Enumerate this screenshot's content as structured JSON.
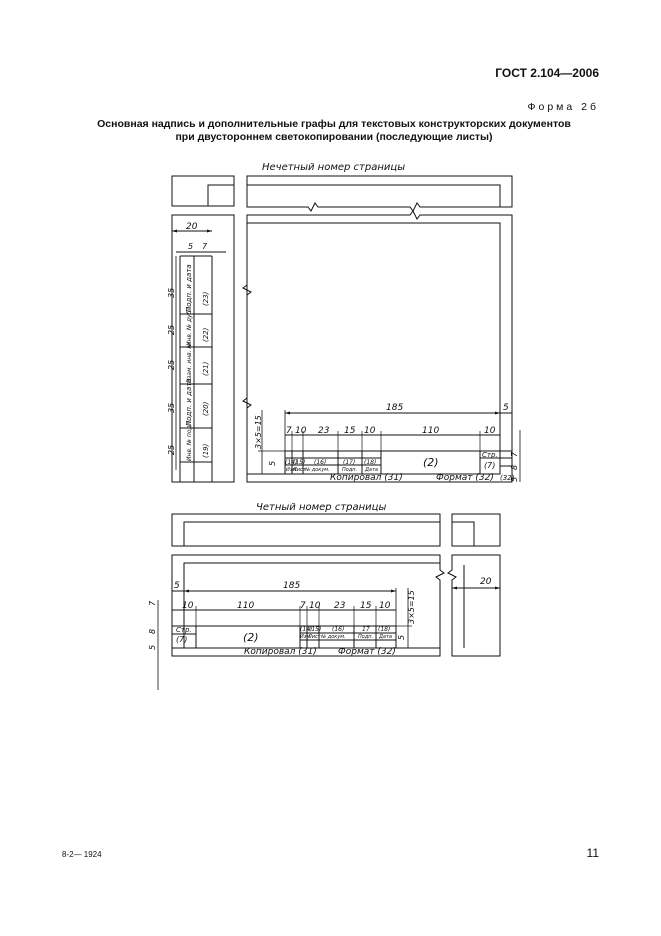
{
  "header": {
    "standard": "ГОСТ 2.104—2006",
    "form_label": "Форма 2б",
    "title_line1": "Основная надпись и дополнительные графы для текстовых конструкторских документов",
    "title_line2": "при двустороннем светокопировании (последующие листы)"
  },
  "odd": {
    "caption": "Нечетный номер страницы",
    "side_dims": {
      "w20": "20",
      "w5": "5",
      "w7": "7",
      "h35a": "35",
      "h25a": "25",
      "h25b": "25",
      "h35b": "35",
      "h25c": "25"
    },
    "side_cols": {
      "c23": "Подп. и дата",
      "n23": "(23)",
      "c22": "Инв. № дубл.",
      "n22": "(22)",
      "c21": "Взам. инв. №",
      "n21": "(21)",
      "c20": "Подп. и дата",
      "n20": "(20)",
      "c19": "Инв. № подл.",
      "n19": "(19)"
    },
    "dims": {
      "d185": "185",
      "d5": "5",
      "d7": "7",
      "d10a": "10",
      "d23": "23",
      "d15": "15",
      "d10b": "10",
      "d110": "110",
      "d10c": "10",
      "h_total": "3×5=15",
      "h5": "5",
      "h7": "7",
      "h8": "8",
      "h5b": "5"
    },
    "cells": {
      "c14": "(14)",
      "c15": "(15)",
      "c16": "(16)",
      "c17": "(17)",
      "c18": "(18)",
      "c2": "(2)",
      "str": "Стр.",
      "c7": "(7)",
      "c32": "(32)"
    },
    "row_labels": {
      "izm": "Изм.",
      "list": "Лист",
      "doc": "№ докум.",
      "podp": "Подп.",
      "data": "Дата"
    },
    "bottom": {
      "kopiroval": "Копировал (31)",
      "format": "Формат (32)"
    }
  },
  "even": {
    "caption": "Четный номер страницы",
    "side_dims": {
      "w20": "20"
    },
    "dims": {
      "d5": "5",
      "d185": "185",
      "d10a": "10",
      "d110": "110",
      "d7": "7",
      "d10b": "10",
      "d23": "23",
      "d15": "15",
      "d10c": "10",
      "h_total": "3×5=15",
      "h5": "5",
      "h7": "7",
      "h8": "8",
      "h5b": "5"
    },
    "cells": {
      "str": "Стр.",
      "c7": "(7)",
      "c2": "(2)",
      "c14": "(14)",
      "c15": "(15)",
      "c16": "(16)",
      "c17": "17",
      "c18": "(18)"
    },
    "row_labels": {
      "izm": "Изм.",
      "list": "Лист",
      "doc": "№ докум.",
      "podp": "Подп.",
      "data": "Дата"
    },
    "bottom": {
      "kopiroval": "Копировал (31)",
      "format": "Формат (32)"
    }
  },
  "footer": {
    "code": "8-2— 1924",
    "page_number": "11"
  }
}
